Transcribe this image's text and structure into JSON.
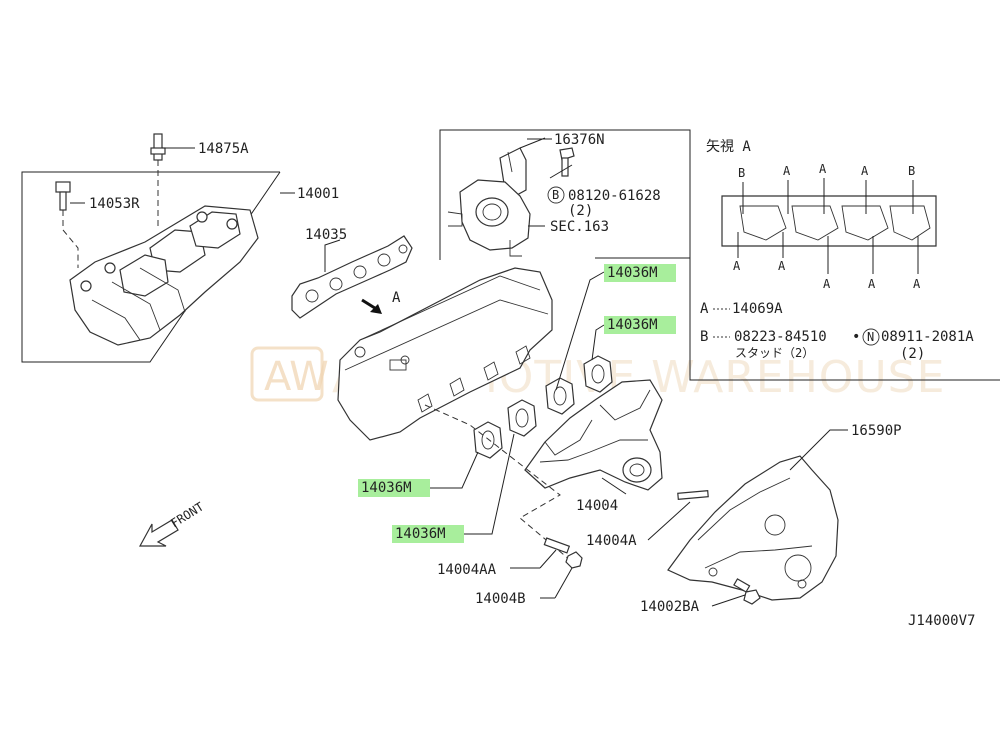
{
  "watermark": {
    "logo": "AW",
    "text": "AUTOMOTIVE WAREHOUSE"
  },
  "diagram_code": "J14000V7",
  "parts": {
    "p14875A": "14875A",
    "p14053R": "14053R",
    "p14001": "14001",
    "p14035": "14035",
    "view_a_arrow": "A",
    "p16376N": "16376N",
    "p08120": "08120-61628",
    "p08120_qty": "(2)",
    "sec163": "SEC.163",
    "p14036M_1": "14036M",
    "p14036M_2": "14036M",
    "p14036M_3": "14036M",
    "p14036M_4": "14036M",
    "p14004": "14004",
    "p14004A": "14004A",
    "p14004AA": "14004AA",
    "p14004B": "14004B",
    "p16590P": "16590P",
    "p14002BA": "14002BA",
    "front": "FRONT"
  },
  "view_a": {
    "title": "矢視 A",
    "top_markers": [
      "B",
      "A",
      "A",
      "A",
      "B"
    ],
    "bottom_markers": [
      "A",
      "A",
      "A",
      "A",
      "A"
    ],
    "legend_a_key": "A",
    "legend_a_value": "14069A",
    "legend_b_key": "B",
    "legend_b_value1": "08223-84510",
    "legend_b_sep": "•",
    "legend_b_symbol": "N",
    "legend_b_value2": "08911-2081A",
    "legend_b_note": "スタッド（2）",
    "legend_b_qty": "(2)"
  }
}
